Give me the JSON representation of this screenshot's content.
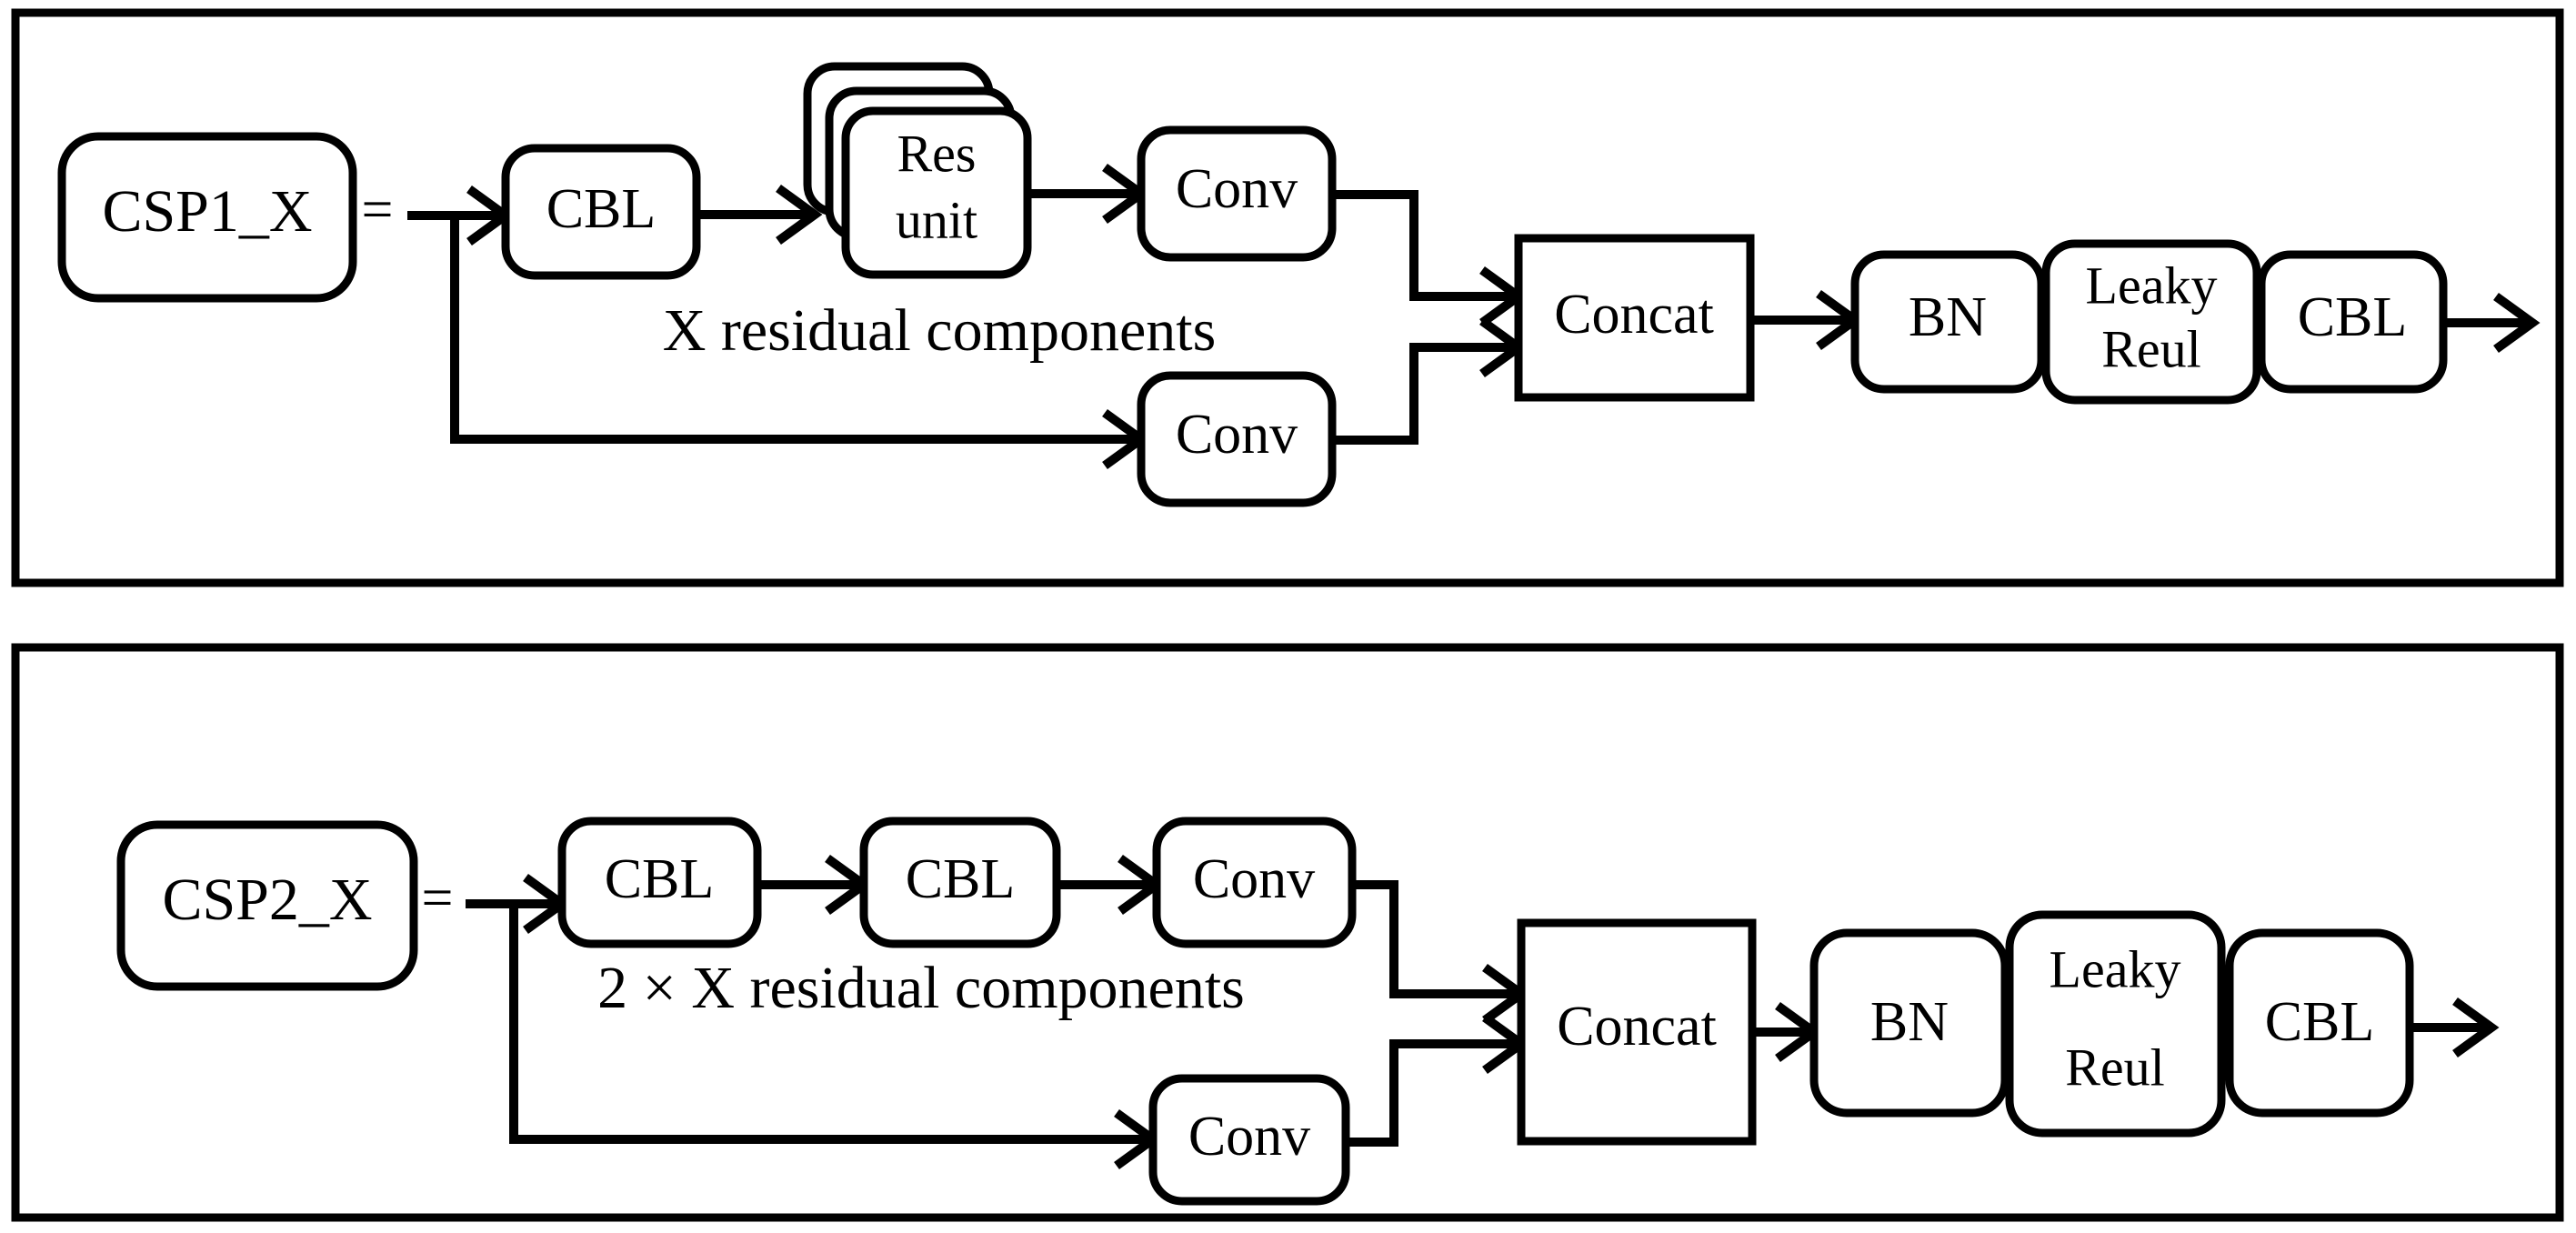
{
  "diagram": {
    "title": "CSP1_X and CSP2_X module structure",
    "stroke_color": "#000000",
    "background_color": "#ffffff"
  },
  "panels": [
    {
      "id": "csp1",
      "name": "CSP1_X panel",
      "module_label": "CSP1_X",
      "equals_sign": "=",
      "caption": "X residual components",
      "nodes": {
        "cbl_first": "CBL",
        "res_unit_line1": "Res",
        "res_unit_line2": "unit",
        "conv_top": "Conv",
        "conv_bottom": "Conv",
        "concat": "Concat",
        "bn": "BN",
        "leaky_line1": "Leaky",
        "leaky_line2": "Reul",
        "cbl_last": "CBL"
      }
    },
    {
      "id": "csp2",
      "name": "CSP2_X panel",
      "module_label": "CSP2_X",
      "equals_sign": "=",
      "caption": "2 × X residual components",
      "nodes": {
        "cbl_first": "CBL",
        "cbl_second": "CBL",
        "conv_top": "Conv",
        "conv_bottom": "Conv",
        "concat": "Concat",
        "bn": "BN",
        "leaky_line1": "Leaky",
        "leaky_line2": "Reul",
        "cbl_last": "CBL"
      }
    }
  ]
}
